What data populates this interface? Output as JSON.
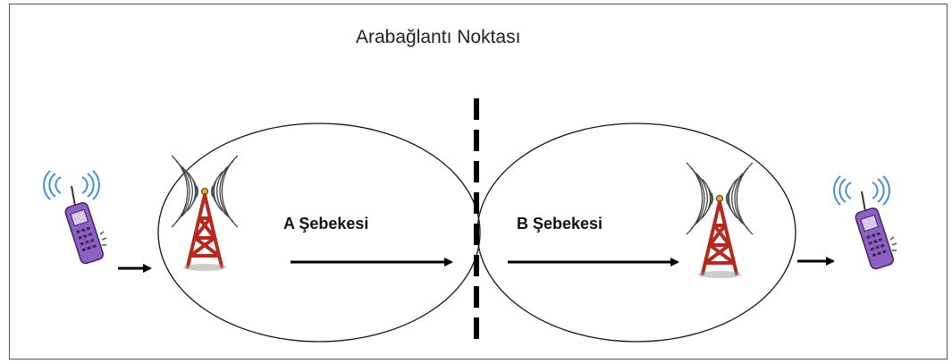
{
  "title": "Arabağlantı Noktası",
  "networks": [
    {
      "label": "A Şebekesi"
    },
    {
      "label": "B Şebekesi"
    }
  ],
  "icons": [
    "mobile-phone-icon",
    "cell-tower-icon",
    "cell-tower-icon",
    "mobile-phone-icon"
  ],
  "colors": {
    "tower": "#b5291f",
    "phone": "#8e5fc4",
    "signal": "#4a8fd1",
    "line": "#000000"
  }
}
